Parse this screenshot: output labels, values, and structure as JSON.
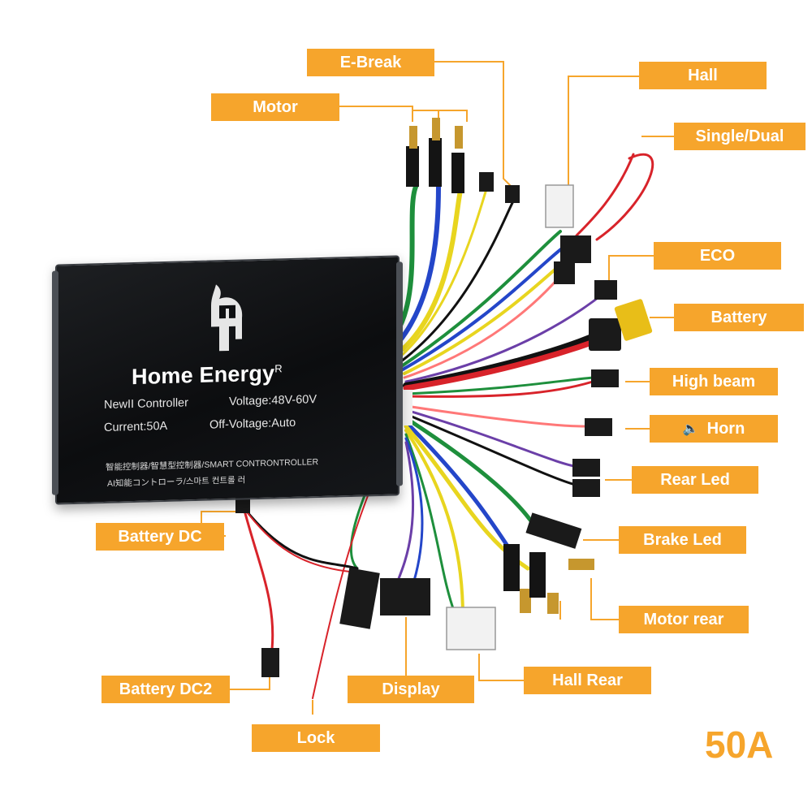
{
  "labels": {
    "e_break": "E-Break",
    "motor": "Motor",
    "hall": "Hall",
    "single_dual": "Single/Dual",
    "eco": "ECO",
    "battery": "Battery",
    "high_beam": "High beam",
    "horn": "Horn",
    "rear_led": "Rear Led",
    "brake_led": "Brake Led",
    "motor_rear": "Motor rear",
    "hall_rear": "Hall Rear",
    "battery_dc": "Battery DC",
    "battery_dc2": "Battery DC2",
    "display": "Display",
    "lock": "Lock"
  },
  "controller": {
    "brand": "Home Energy",
    "registered": "R",
    "model": "NewII Controller",
    "voltage": "Voltage:48V-60V",
    "current": "Current:50A",
    "off_voltage": "Off-Voltage:Auto",
    "line_cn": "智能控制器/智慧型控制器/SMART CONTRONTROLLER",
    "line_jp_kr": "AI知能コントローラ/스마트 컨트롤 러"
  },
  "amperage": "50A",
  "icons": [
    "spartan-helmet-logo-icon",
    "speaker-icon"
  ],
  "colors": {
    "label_bg": "#f6a52c",
    "label_text": "#ffffff",
    "controller_body": "#111214"
  }
}
